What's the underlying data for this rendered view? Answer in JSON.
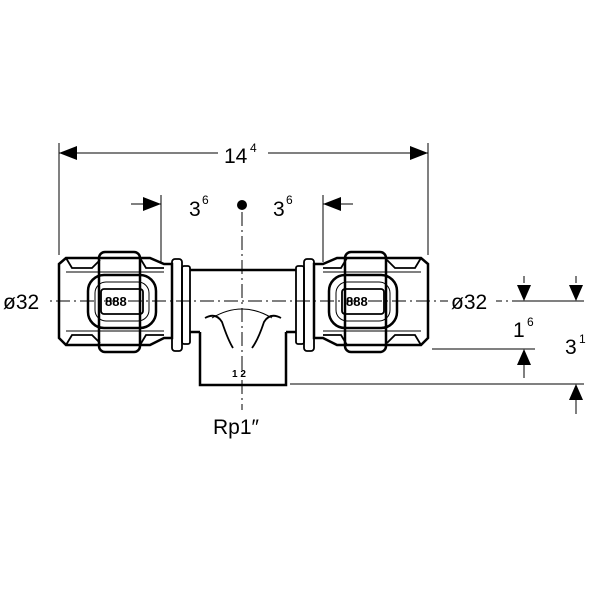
{
  "dimensions": {
    "overall_length": {
      "main": "14",
      "sup": "4"
    },
    "left_offset": {
      "main": "3",
      "sup": "6"
    },
    "right_offset": {
      "main": "3",
      "sup": "6"
    },
    "center_to_branch": {
      "main": "1",
      "sup": "6"
    },
    "total_height": {
      "main": "3",
      "sup": "1"
    }
  },
  "labels": {
    "left_diameter": "ø32",
    "right_diameter": "ø32",
    "thread": "Rp1″",
    "branch_marking": "1 2",
    "left_fitting_marking": "888",
    "right_fitting_marking": "888"
  }
}
